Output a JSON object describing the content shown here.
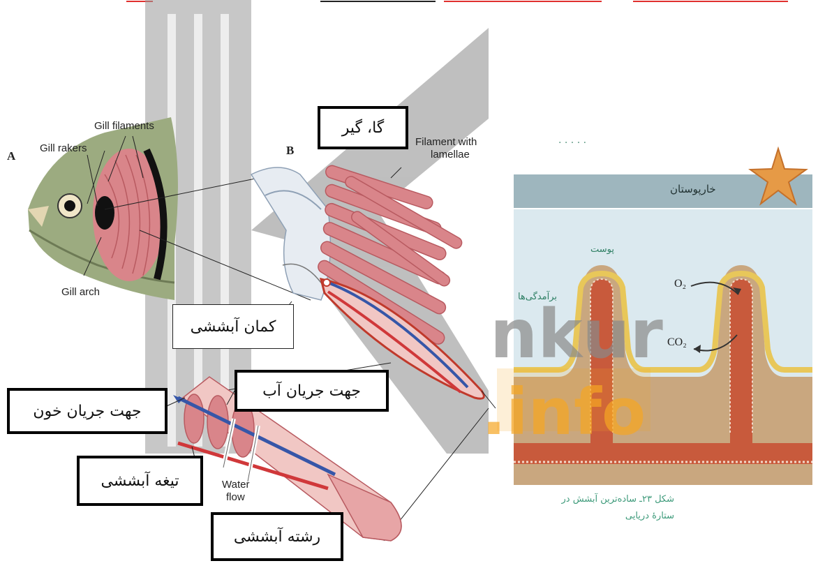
{
  "colors": {
    "tissue": "#d9858a",
    "tissue_dark": "#b85a60",
    "artery": "#d0383a",
    "vein": "#3656a8",
    "star_sky": "#dbe9ef",
    "star_header": "#9eb6be",
    "star_flesh": "#c85a3c",
    "watermark": "#8a8a8a",
    "info": "#f6a623",
    "fa_caption": "#3d9a7a"
  },
  "labels_en": {
    "label_a": "A",
    "label_b": "B",
    "gill_filaments": "Gill filaments",
    "gill_rakers": "Gill rakers",
    "gill_arch": "Gill arch",
    "filament_line1": "Filament with",
    "filament_line2": "lamellae",
    "water_line1": "Water",
    "water_line2": "flow"
  },
  "labels_fa": {
    "rakers_box": "گا، گیر",
    "arch_box": "کمان آبششی",
    "water_dir_box": "جهت جریان آب",
    "blood_dir_box": "جهت جریان خون",
    "lamella_box": "تیغه آبششی",
    "filament_box": "رشته آبششی"
  },
  "starfish": {
    "header": "خارپوستان",
    "skin": "پوست",
    "bumps": "برآمدگی‌ها",
    "o2": "O₂",
    "co2": "CO₂",
    "caption_line1": "شکل ۲۳ـ ساده‌ترین آبشش در",
    "caption_line2": "ستارهٔ دریایی"
  },
  "watermark": {
    "nkur": "nkur",
    "info": ".info"
  }
}
